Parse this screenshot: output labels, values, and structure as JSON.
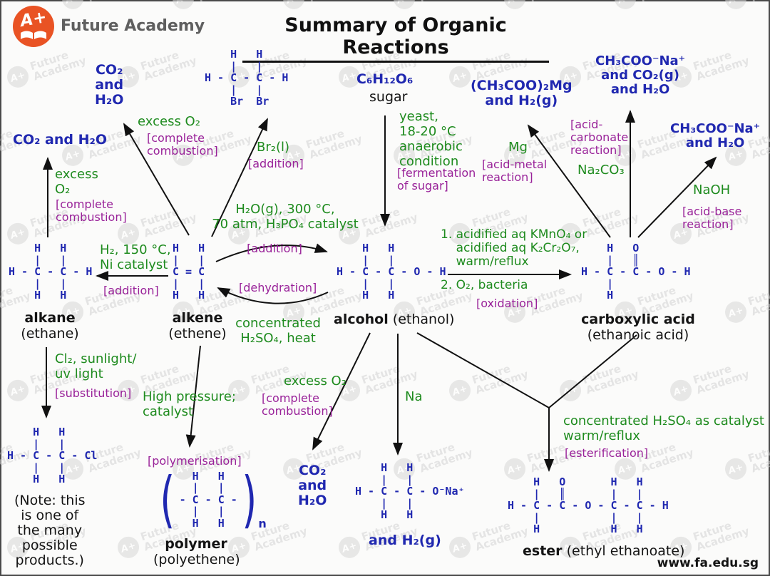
{
  "header": {
    "logo_badge": "A+",
    "logo_lines": [
      "Future",
      "Academy"
    ],
    "title": "Summary of Organic Reactions"
  },
  "footer": {
    "website": "www.fa.edu.sg"
  },
  "watermark": {
    "badge": "A+",
    "lines": [
      "Future",
      "Academy"
    ]
  },
  "colors": {
    "formula_blue": "#2028b0",
    "condition_green": "#1e8b1e",
    "reaction_purple": "#992299",
    "logo_orange": "#e95324",
    "text_black": "#141414"
  },
  "nodes": {
    "alkene_combustion_products": {
      "lines": [
        "CO₂",
        "and",
        "H₂O"
      ]
    },
    "alkane_combustion_products": {
      "text": "CO₂ and H₂O"
    },
    "dibromoethane": {
      "structure": [
        "    H   H",
        "    |   |",
        "H - C - C - H",
        "    |   |",
        "    Br  Br"
      ]
    },
    "sugar": {
      "formula": "C₆H₁₂O₆",
      "name": "sugar"
    },
    "magnesium_salt": {
      "lines": [
        "(CH₃COO)₂Mg",
        "and H₂(g)"
      ]
    },
    "carbonate_products": {
      "lines": [
        "CH₃COO⁻Na⁺",
        "and CO₂(g)",
        "and H₂O"
      ]
    },
    "hydroxide_products": {
      "lines": [
        "CH₃COO⁻Na⁺",
        "and H₂O"
      ]
    },
    "alkane": {
      "structure": [
        "    H   H",
        "    |   |",
        "H - C - C - H",
        "    |   |",
        "    H   H"
      ],
      "label": "alkane",
      "sublabel": "(ethane)"
    },
    "alkene": {
      "structure": [
        "H   H",
        "|   |",
        "C = C",
        "|   |",
        "H   H"
      ],
      "label": "alkene",
      "sublabel": "(ethene)"
    },
    "alcohol": {
      "structure": [
        "    H   H",
        "    |   |",
        "H - C - C - O - H",
        "    |   |",
        "    H   H"
      ],
      "label": "alcohol",
      "sublabel": "(ethanol)"
    },
    "carboxylic_acid": {
      "structure": [
        "    H   O",
        "    |   ║",
        "H - C - C - O - H",
        "    |",
        "    H"
      ],
      "label": "carboxylic acid",
      "sublabel": "(ethanoic acid)"
    },
    "chloroethane": {
      "structure": [
        "    H   H",
        "    |   |",
        "H - C - C - Cl",
        "    |   |",
        "    H   H"
      ],
      "note": [
        "(Note: this",
        "is one of",
        "the many",
        "possible",
        "products.)"
      ]
    },
    "polymer": {
      "structure": [
        "  H   H",
        "  |   |",
        "- C - C -",
        "  |   |",
        "  H   H"
      ],
      "bracket_left": "(",
      "bracket_right": ")",
      "subscript": "n",
      "label": "polymer",
      "sublabel": "(polyethene)"
    },
    "alcohol_combustion_products": {
      "lines": [
        "CO₂",
        "and",
        "H₂O"
      ]
    },
    "sodium_ethoxide": {
      "structure": [
        "    H   H",
        "    |   |",
        "H - C - C - O⁻Na⁺",
        "    |   |",
        "    H   H"
      ],
      "extra": "and H₂(g)"
    },
    "ester": {
      "structure": [
        "    H   O       H   H",
        "    |   ║       |   |",
        "H - C - C - O - C - C - H",
        "    |           |   |",
        "    H           H   H"
      ],
      "label": "ester",
      "sublabel": "(ethyl ethanoate)"
    }
  },
  "reactions": {
    "alkane_combustion": {
      "conditions": [
        "excess",
        "O₂"
      ],
      "type": [
        "[complete",
        "combustion]"
      ]
    },
    "alkene_combustion": {
      "conditions": [
        "excess O₂"
      ],
      "type": [
        "[complete",
        "combustion]"
      ]
    },
    "bromination": {
      "conditions": [
        "Br₂(l)"
      ],
      "type": [
        "[addition]"
      ]
    },
    "fermentation": {
      "conditions": [
        "yeast,",
        "18-20 °C",
        "anaerobic",
        "condition"
      ],
      "type": [
        "[fermentation",
        "of sugar]"
      ]
    },
    "hydrogenation": {
      "conditions": [
        "H₂, 150 °C,",
        "Ni catalyst"
      ],
      "type": [
        "[addition]"
      ]
    },
    "hydration": {
      "conditions": [
        "H₂O(g), 300 °C,",
        "70 atm, H₃PO₄ catalyst"
      ],
      "type": [
        "[addition]"
      ]
    },
    "dehydration": {
      "conditions": [
        "concentrated",
        "H₂SO₄, heat"
      ],
      "type": [
        "[dehydration]"
      ]
    },
    "oxidation": {
      "conditions_above": [
        "1. acidified aq KMnO₄ or",
        "    acidified aq K₂Cr₂O₇,",
        "    warm/reflux"
      ],
      "conditions_below": [
        "2. O₂, bacteria"
      ],
      "type": [
        "[oxidation]"
      ]
    },
    "acid_metal": {
      "conditions": [
        "Mg"
      ],
      "type": [
        "[acid-metal",
        "reaction]"
      ]
    },
    "acid_carbonate": {
      "type": [
        "[acid-",
        "carbonate",
        "reaction]"
      ],
      "conditions": [
        "Na₂CO₃"
      ]
    },
    "acid_base": {
      "conditions": [
        "NaOH"
      ],
      "type": [
        "[acid-base",
        "reaction]"
      ]
    },
    "substitution": {
      "conditions": [
        "Cl₂, sunlight/",
        "uv light"
      ],
      "type": [
        "[substitution]"
      ]
    },
    "polymerisation": {
      "conditions": [
        "High pressure;",
        "catalyst"
      ],
      "type": [
        "[polymerisation]"
      ]
    },
    "alcohol_combustion": {
      "conditions": [
        "excess O₂"
      ],
      "type": [
        "[complete",
        "combustion]"
      ]
    },
    "sodium_reaction": {
      "conditions": [
        "Na"
      ]
    },
    "esterification": {
      "conditions": [
        "concentrated H₂SO₄ as catalyst",
        "warm/reflux"
      ],
      "type": [
        "[esterification]"
      ]
    }
  }
}
